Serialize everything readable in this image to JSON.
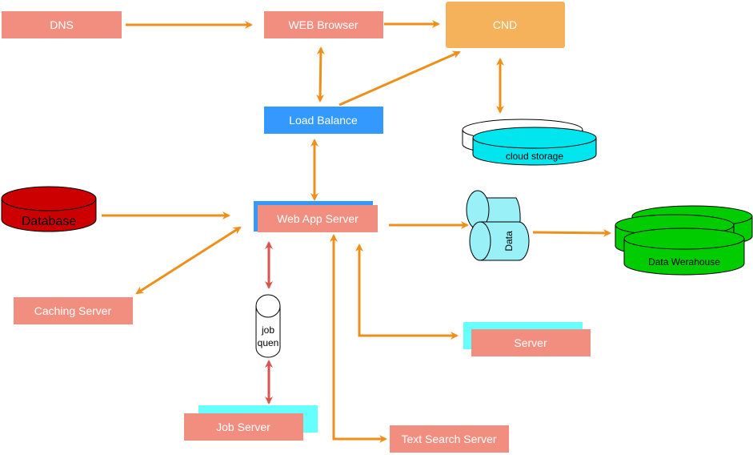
{
  "nodes": {
    "dns": "DNS",
    "web_browser": "WEB Browser",
    "cnd": "CND",
    "load_balance": "Load Balance",
    "cloud_storage": "cloud storage",
    "database": "Database",
    "web_app_server": "Web App Server",
    "data": "Data",
    "data_warehouse": "Data Werahouse",
    "caching_server": "Caching Server",
    "job_queue_line1": "job",
    "job_queue_line2": "quen",
    "server": "Server",
    "job_server": "Job Server",
    "text_search_server": "Text Search Server"
  },
  "colors": {
    "salmon_box": "#f28e80",
    "orange_box": "#f5b25a",
    "blue_box": "#3399ff",
    "cyan_shape": "#00e5ee",
    "cyan_shadow": "#66ffff",
    "red_cylinder": "#cc0000",
    "green_cylinder": "#00cc00",
    "data_cylinder": "#99f0f7",
    "arrow_orange": "#ee8f1a",
    "arrow_red": "#d9534f"
  }
}
